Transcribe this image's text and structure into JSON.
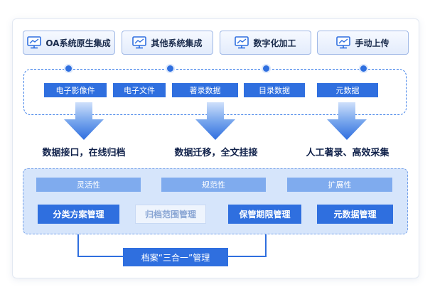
{
  "sources": [
    {
      "label": "OA系统原生集成"
    },
    {
      "label": "其他系统集成"
    },
    {
      "label": "数字化加工"
    },
    {
      "label": "手动上传"
    }
  ],
  "data_types": [
    "电子影像件",
    "电子文件",
    "著录数据",
    "目录数据",
    "元数据"
  ],
  "captions": [
    "数据接口，在线归档",
    "数据迁移，全文挂接",
    "人工著录、高效采集"
  ],
  "attributes": [
    "灵活性",
    "规范性",
    "扩展性"
  ],
  "management": [
    "分类方案管理",
    "归档范围管理",
    "保管期限管理",
    "元数据管理"
  ],
  "three_in_one": "档案“三合一”管理",
  "colors": {
    "primary": "#2f6fdf",
    "light_block": "#7fabee",
    "panel": "#d6e5fb",
    "dashed": "#3d7fe8",
    "caption_text": "#10214a"
  }
}
